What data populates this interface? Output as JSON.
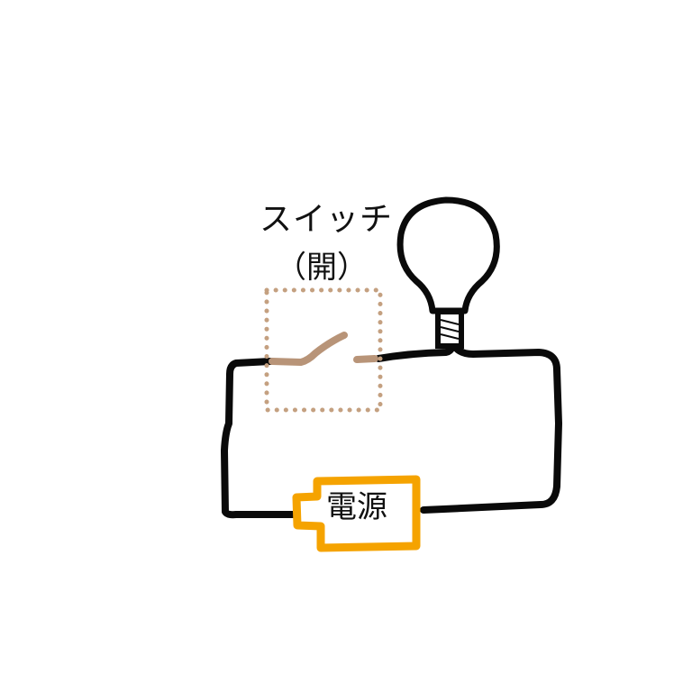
{
  "labels": {
    "switch_title": "スイッチ",
    "switch_state": "（開）",
    "power_source": "電源"
  },
  "colors": {
    "wire": "#0a0a0a",
    "switch_lever": "#b89478",
    "switch_box": "#c4a080",
    "power_outline": "#f5a300",
    "bulb": "#0a0a0a"
  },
  "icons": {
    "bulb": "light-bulb-icon",
    "switch": "open-switch-icon",
    "power": "battery-icon"
  },
  "switch_open": true
}
